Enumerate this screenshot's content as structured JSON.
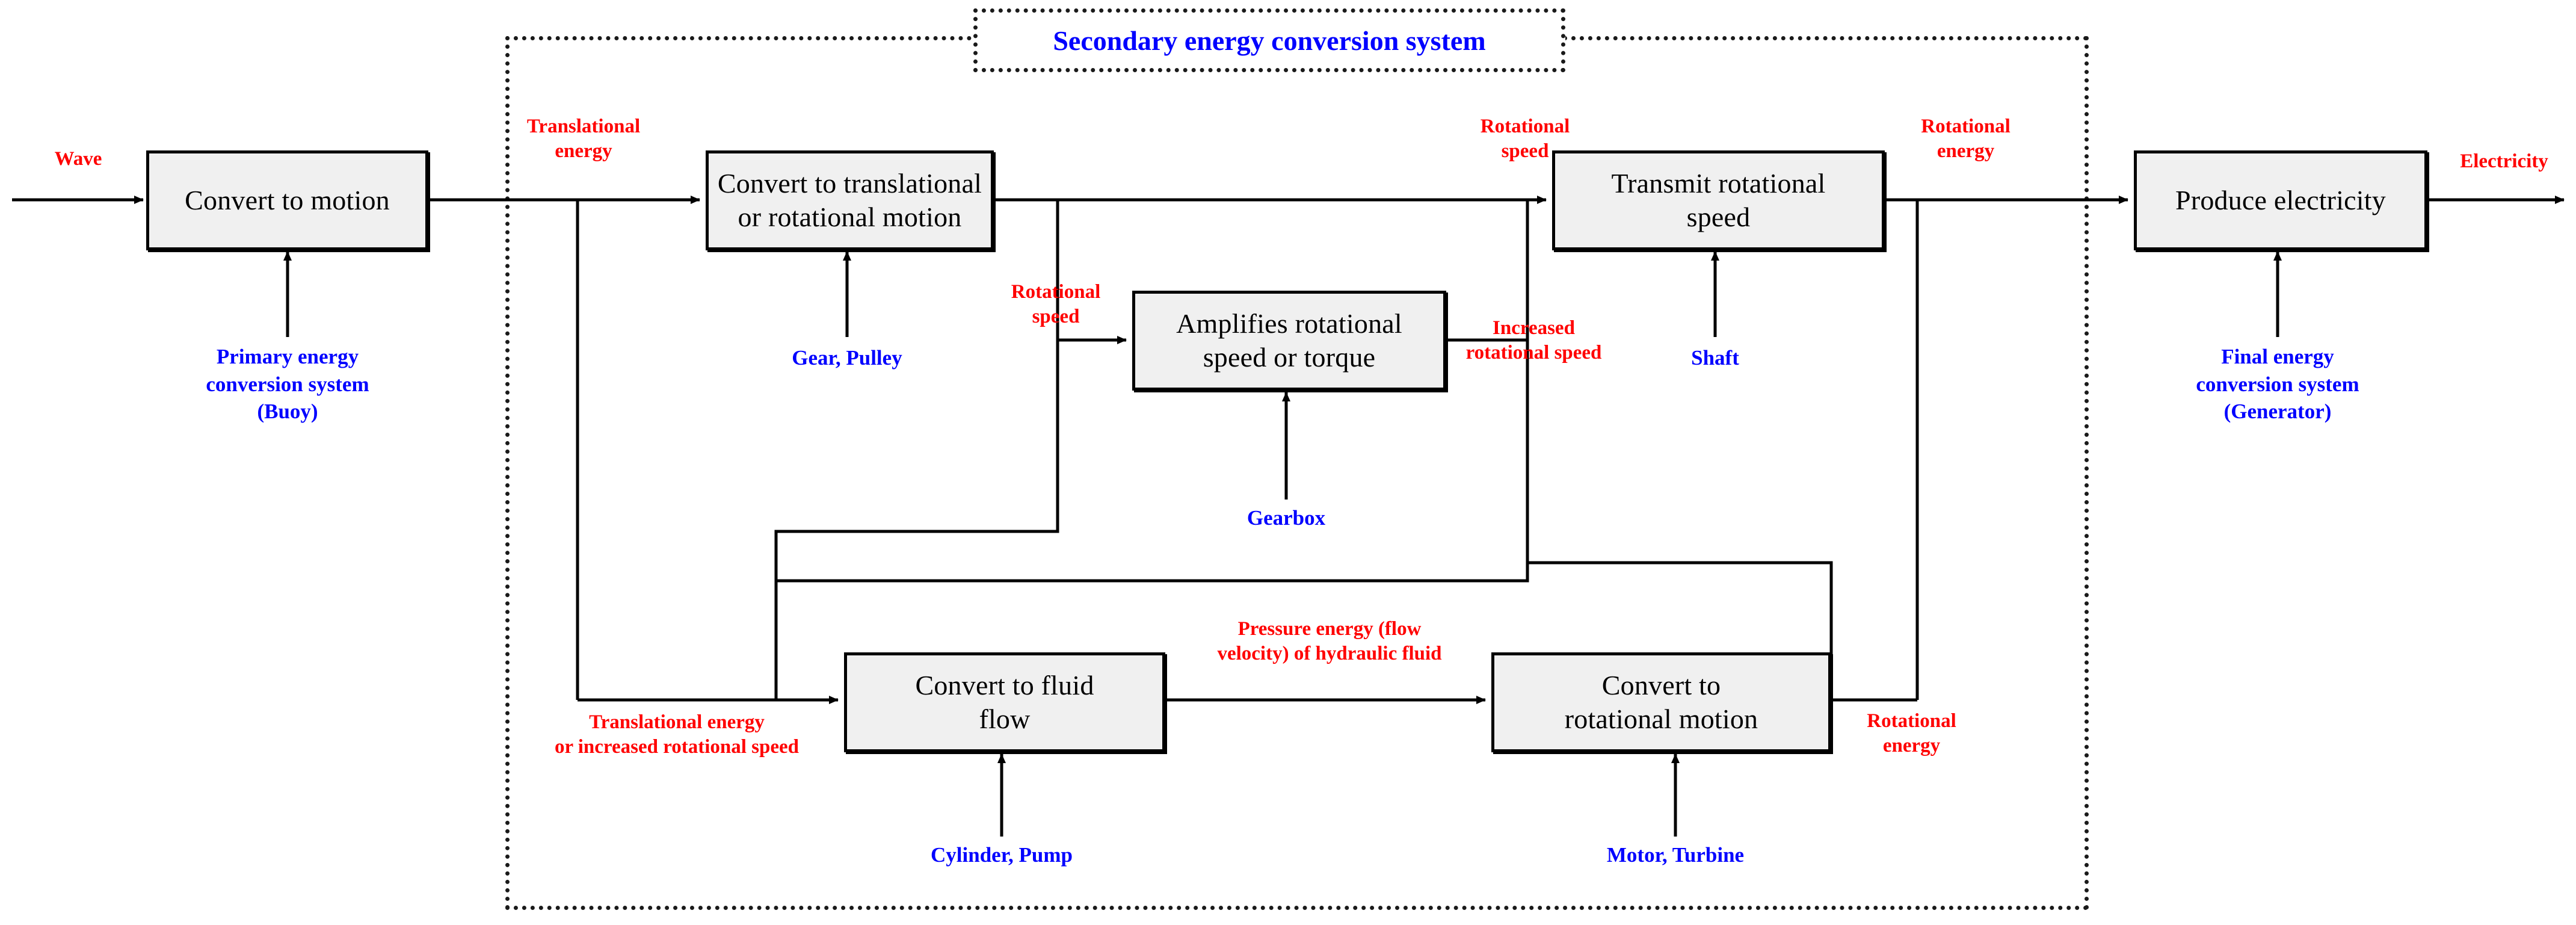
{
  "diagram": {
    "title": "Secondary energy conversion system",
    "colors": {
      "flow_label": "#ff0000",
      "component_label": "#0000ff",
      "node_fill": "#f0f0f0",
      "node_stroke": "#000000",
      "connector": "#000000",
      "system_border": "#1a1a1a"
    },
    "nodes": [
      {
        "id": "convert-to-motion",
        "label": "Convert to motion"
      },
      {
        "id": "convert-to-translational-or-rotational-motion",
        "label": "Convert to translational\nor rotational motion"
      },
      {
        "id": "amplifies-rotational-speed-or-torque",
        "label": "Amplifies rotational\nspeed or torque"
      },
      {
        "id": "transmit-rotational-speed",
        "label": "Transmit rotational\nspeed"
      },
      {
        "id": "produce-electricity",
        "label": "Produce electricity"
      },
      {
        "id": "convert-to-fluid-flow",
        "label": "Convert to fluid\nflow"
      },
      {
        "id": "convert-to-rotational-motion",
        "label": "Convert to\nrotational motion"
      }
    ],
    "flow_labels": [
      {
        "id": "wave",
        "text": "Wave"
      },
      {
        "id": "translational-energy",
        "text": "Translational\nenergy"
      },
      {
        "id": "rotational-speed-gearbox-in",
        "text": "Rotational\nspeed"
      },
      {
        "id": "increased-rotational-speed",
        "text": "Increased\nrotational speed"
      },
      {
        "id": "rotational-speed-shaft-in",
        "text": "Rotational\nspeed"
      },
      {
        "id": "rotational-energy-top",
        "text": "Rotational\nenergy"
      },
      {
        "id": "electricity",
        "text": "Electricity"
      },
      {
        "id": "translational-energy-or-increased-rotational-speed",
        "text": "Translational energy\nor increased rotational speed"
      },
      {
        "id": "pressure-energy",
        "text": "Pressure energy (flow\nvelocity) of hydraulic fluid"
      },
      {
        "id": "rotational-energy-bottom",
        "text": "Rotational\nenergy"
      }
    ],
    "component_labels": [
      {
        "id": "primary-energy-conversion-system",
        "text": "Primary energy\nconversion system\n(Buoy)"
      },
      {
        "id": "gear-pulley",
        "text": "Gear, Pulley"
      },
      {
        "id": "gearbox",
        "text": "Gearbox"
      },
      {
        "id": "shaft",
        "text": "Shaft"
      },
      {
        "id": "final-energy-conversion-system",
        "text": "Final energy\nconversion system\n(Generator)"
      },
      {
        "id": "cylinder-pump",
        "text": "Cylinder, Pump"
      },
      {
        "id": "motor-turbine",
        "text": "Motor, Turbine"
      }
    ],
    "edges": [
      {
        "from": "wave-source",
        "to": "convert-to-motion",
        "label": "Wave"
      },
      {
        "from": "convert-to-motion",
        "to": "convert-to-translational-or-rotational-motion",
        "label": "Translational energy"
      },
      {
        "from": "convert-to-motion",
        "to": "convert-to-fluid-flow",
        "label": "Translational energy or increased rotational speed"
      },
      {
        "from": "convert-to-translational-or-rotational-motion",
        "to": "amplifies-rotational-speed-or-torque",
        "label": "Rotational speed"
      },
      {
        "from": "convert-to-translational-or-rotational-motion",
        "to": "transmit-rotational-speed",
        "label": "Rotational speed"
      },
      {
        "from": "amplifies-rotational-speed-or-torque",
        "to": "transmit-rotational-speed",
        "label": "Increased rotational speed"
      },
      {
        "from": "amplifies-rotational-speed-or-torque",
        "to": "convert-to-fluid-flow",
        "label": "Increased rotational speed"
      },
      {
        "from": "convert-to-fluid-flow",
        "to": "convert-to-rotational-motion",
        "label": "Pressure energy (flow velocity) of hydraulic fluid"
      },
      {
        "from": "convert-to-rotational-motion",
        "to": "transmit-rotational-speed",
        "label": "Rotational energy"
      },
      {
        "from": "convert-to-rotational-motion",
        "to": "produce-electricity",
        "label": "Rotational energy"
      },
      {
        "from": "transmit-rotational-speed",
        "to": "produce-electricity",
        "label": "Rotational energy"
      },
      {
        "from": "produce-electricity",
        "to": "electricity-sink",
        "label": "Electricity"
      }
    ]
  }
}
